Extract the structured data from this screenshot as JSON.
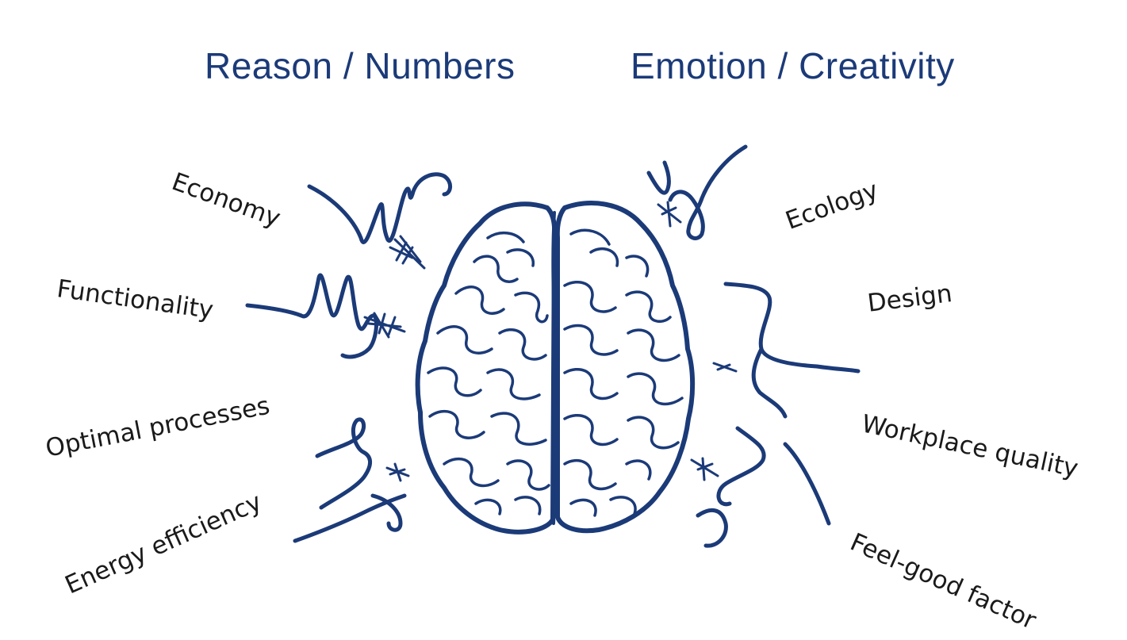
{
  "headings": {
    "left": "Reason / Numbers",
    "right": "Emotion / Creativity"
  },
  "labels": {
    "left": [
      "Economy",
      "Functionality",
      "Optimal processes",
      "Energy efficiency"
    ],
    "right": [
      "Ecology",
      "Design",
      "Workplace quality",
      "Feel-good factor"
    ]
  },
  "colors": {
    "ink_blue": "#1b3a78",
    "text_dark": "#1a1a1a",
    "background": "#ffffff"
  }
}
